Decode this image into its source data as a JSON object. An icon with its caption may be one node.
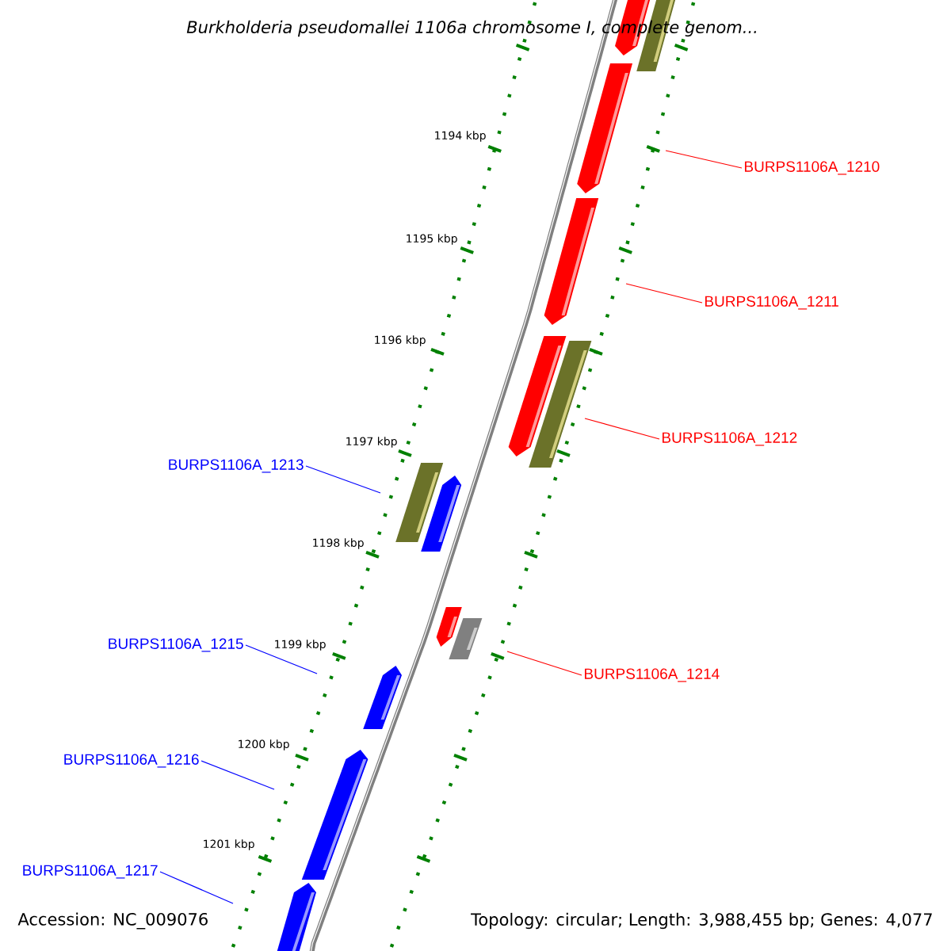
{
  "diagram": {
    "title": "Burkholderia pseudomallei 1106a chromosome I, complete genom...",
    "nodes": [
      {
        "text": [
          "BURPS1106A_1210"
        ]
      },
      {
        "text": [
          "BURPS1106A_1211"
        ]
      },
      {
        "text": [
          "BURPS1106A_1212"
        ]
      },
      {
        "text": [
          "BURPS1106A_1213"
        ]
      },
      {
        "text": [
          "BURPS1106A_1214"
        ]
      },
      {
        "text": [
          "BURPS1106A_1215"
        ]
      },
      {
        "text": [
          "BURPS1106A_1216"
        ]
      },
      {
        "text": [
          "BURPS1106A_1217"
        ]
      }
    ],
    "edges": [
      {
        "from": 0,
        "to": null,
        "arrow": "none",
        "color": "#ff0000"
      },
      {
        "from": 1,
        "to": null,
        "arrow": "none",
        "color": "#ff0000"
      },
      {
        "from": 2,
        "to": null,
        "arrow": "none",
        "color": "#ff0000"
      },
      {
        "from": 3,
        "to": null,
        "arrow": "none",
        "color": "#0000ff"
      },
      {
        "from": 4,
        "to": null,
        "arrow": "none",
        "color": "#ff0000"
      },
      {
        "from": 5,
        "to": null,
        "arrow": "none",
        "color": "#0000ff"
      },
      {
        "from": 6,
        "to": null,
        "arrow": "none",
        "color": "#0000ff"
      },
      {
        "from": 7,
        "to": null,
        "arrow": "none",
        "color": "#0000ff"
      }
    ],
    "labels": [
      "1194 kbp",
      "1195 kbp",
      "1196 kbp",
      "1197 kbp",
      "1198 kbp",
      "1199 kbp",
      "1200 kbp",
      "1201 kbp",
      "Accession: NC_009076",
      "Topology: circular; Length: 3,988,455 bp; Genes: 4,077"
    ]
  }
}
